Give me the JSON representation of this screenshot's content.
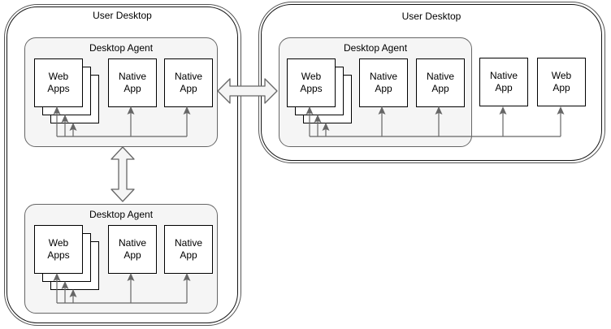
{
  "diagram": {
    "left_desktop": {
      "title": "User Desktop",
      "agents": [
        {
          "title": "Desktop Agent",
          "apps": [
            {
              "label": "Web\nApps",
              "kind": "web-app-stack"
            },
            {
              "label": "Native\nApp",
              "kind": "native-app"
            },
            {
              "label": "Native\nApp",
              "kind": "native-app"
            }
          ]
        },
        {
          "title": "Desktop Agent",
          "apps": [
            {
              "label": "Web\nApps",
              "kind": "web-app-stack"
            },
            {
              "label": "Native\nApp",
              "kind": "native-app"
            },
            {
              "label": "Native\nApp",
              "kind": "native-app"
            }
          ]
        }
      ]
    },
    "right_desktop": {
      "title": "User Desktop",
      "agent": {
        "title": "Desktop Agent",
        "apps": [
          {
            "label": "Web\nApps",
            "kind": "web-app-stack"
          },
          {
            "label": "Native\nApp",
            "kind": "native-app"
          },
          {
            "label": "Native\nApp",
            "kind": "native-app"
          }
        ]
      },
      "standalone_apps": [
        {
          "label": "Native\nApp",
          "kind": "native-app"
        },
        {
          "label": "Web\nApp",
          "kind": "web-app"
        }
      ]
    },
    "connections": [
      "left-agent-top <-> left-agent-bottom",
      "left-desktop <-> right-desktop"
    ],
    "colors": {
      "background": "#ffffff",
      "desktop_border": "#141414",
      "agent_fill": "#f5f5f5",
      "agent_border": "#666666",
      "app_box_border": "#000000",
      "connector": "#666666",
      "block_arrow_fill": "#f5f5f5"
    }
  }
}
